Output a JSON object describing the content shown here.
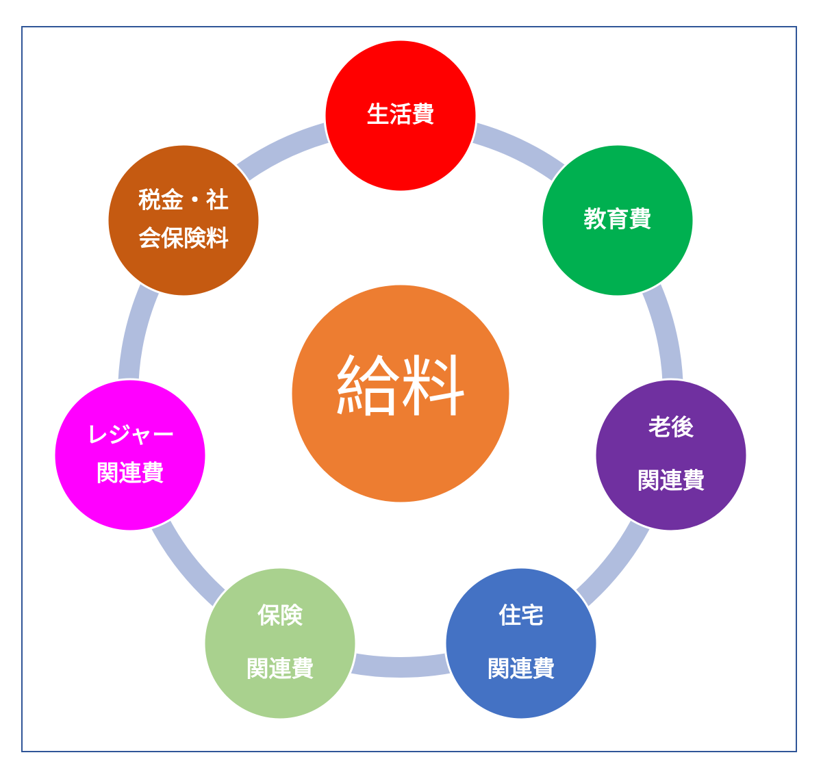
{
  "center": {
    "label": "給料",
    "color": "#ED7D31"
  },
  "ring_color": "#B0BDDE",
  "frame_color": "#2F5597",
  "nodes": [
    {
      "id": "living",
      "lines": [
        "生活費"
      ],
      "color": "#FF0000"
    },
    {
      "id": "education",
      "lines": [
        "教育費"
      ],
      "color": "#00B050"
    },
    {
      "id": "retirement",
      "lines": [
        "老後",
        "関連費"
      ],
      "color": "#7030A0"
    },
    {
      "id": "housing",
      "lines": [
        "住宅",
        "関連費"
      ],
      "color": "#4472C4"
    },
    {
      "id": "insurance",
      "lines": [
        "保険",
        "関連費"
      ],
      "color": "#A9D18E"
    },
    {
      "id": "leisure",
      "lines": [
        "レジャー",
        "関連費"
      ],
      "color": "#FF00FF"
    },
    {
      "id": "tax",
      "lines": [
        "税金・社",
        "会保険料"
      ],
      "color": "#C55A11"
    }
  ]
}
